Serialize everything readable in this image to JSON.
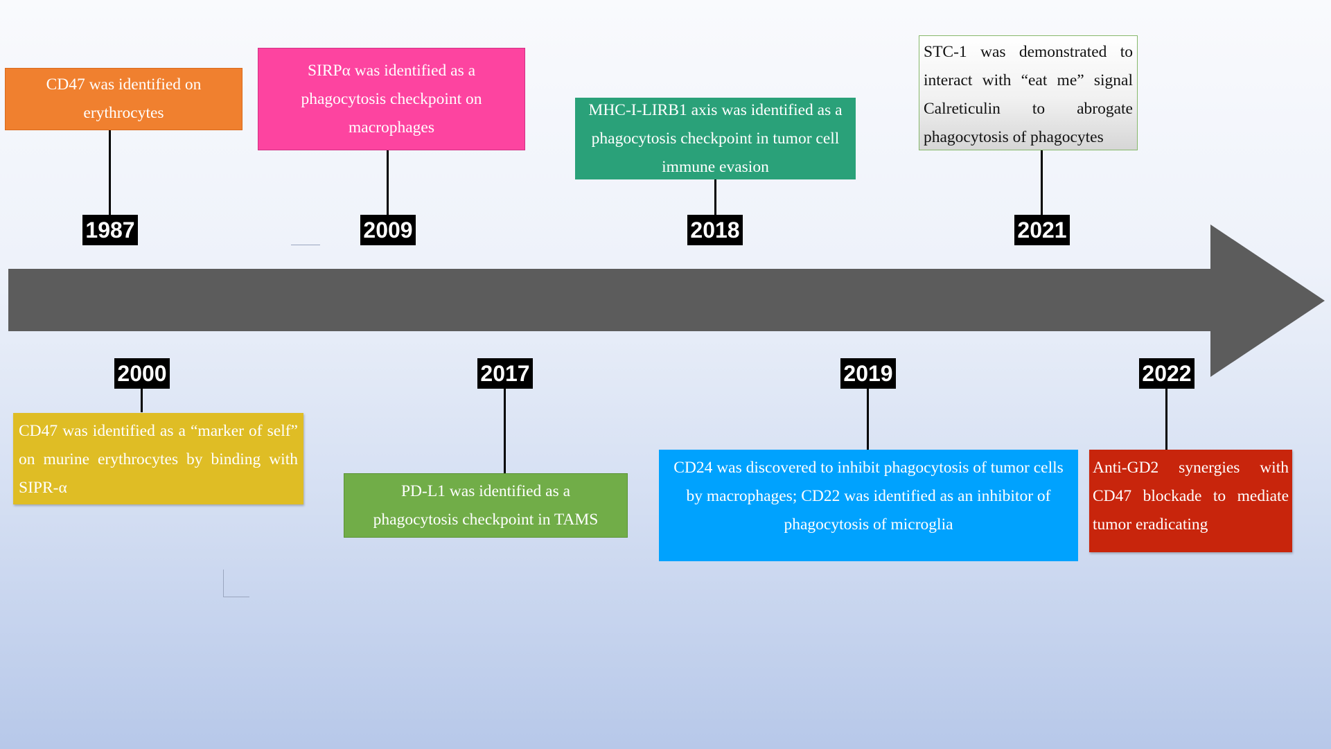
{
  "timeline": {
    "arrow_color": "#5c5c5c",
    "events": [
      {
        "year": "1987",
        "text": "CD47 was identified on erythrocytes",
        "color": "#f0802f"
      },
      {
        "year": "2009",
        "text": "SIRPα was identified as a phagocytosis checkpoint on macrophages",
        "color": "#fd44a0"
      },
      {
        "year": "2018",
        "text": "MHC-I-LIRB1 axis was identified as a phagocytosis checkpoint in tumor cell immune evasion",
        "color": "#2aa179"
      },
      {
        "year": "2021",
        "text": "STC-1 was demonstrated to interact with “eat me” signal Calreticulin to abrogate phagocytosis of phagocytes",
        "color": "#ffffff"
      },
      {
        "year": "2000",
        "text": "CD47 was identified as a “marker of self” on murine erythrocytes by binding with SIPR-α",
        "color": "#dfbd25"
      },
      {
        "year": "2017",
        "text": "PD-L1 was identified as a phagocytosis checkpoint in TAMS",
        "color": "#71ad48"
      },
      {
        "year": "2019",
        "text": "CD24 was discovered to inhibit phagocytosis of tumor cells by macrophages; CD22  was identified as an inhibitor of phagocytosis of microglia",
        "color": "#00a2fe"
      },
      {
        "year": "2022",
        "text": "Anti-GD2  synergies  with CD47 blockade to mediate tumor eradicating",
        "color": "#c8250c"
      }
    ]
  }
}
